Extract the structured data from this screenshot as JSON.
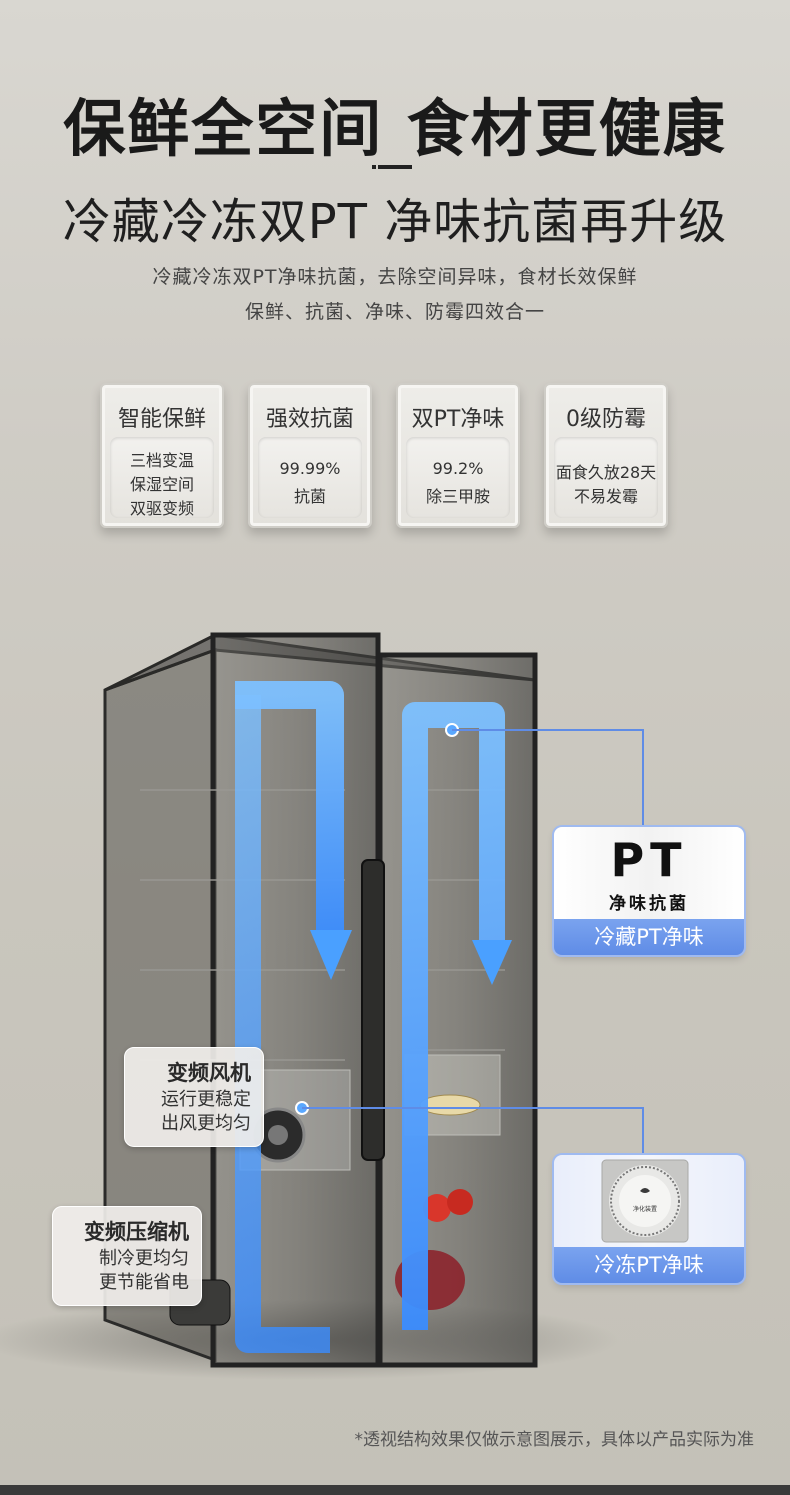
{
  "header": {
    "title": "保鲜全空间 食材更健康",
    "subtitle": "冷藏冷冻双PT 净味抗菌再升级",
    "desc_line1": "冷藏冷冻双PT净味抗菌，去除空间异味，食材长效保鲜",
    "desc_line2": "保鲜、抗菌、净味、防霉四效合一"
  },
  "cards": [
    {
      "title": "智能保鲜",
      "lines": [
        "三档变温",
        "保湿空间",
        "双驱变频"
      ]
    },
    {
      "title": "强效抗菌",
      "lines": [
        "99.99%",
        "抗菌"
      ]
    },
    {
      "title": "双PT净味",
      "lines": [
        "99.2%",
        "除三甲胺"
      ]
    },
    {
      "title": "0级防霉",
      "lines": [
        "面食久放28天",
        "不易发霉"
      ]
    }
  ],
  "labels": {
    "fan": {
      "title": "变频风机",
      "line1": "运行更稳定",
      "line2": "出风更均匀"
    },
    "compressor": {
      "title": "变频压缩机",
      "line1": "制冷更均匀",
      "line2": "更节能省电"
    },
    "pt_fridge": {
      "logo": "PT",
      "sub": "净味抗菌",
      "caption": "冷藏PT净味"
    },
    "pt_freezer": {
      "caption": "冷冻PT净味",
      "badge_text": "净化装置"
    }
  },
  "footnote": "*透视结构效果仅做示意图展示，具体以产品实际为准",
  "colors": {
    "accent_blue": "#5f8ce6",
    "airflow_blue": "#4da3ff"
  }
}
